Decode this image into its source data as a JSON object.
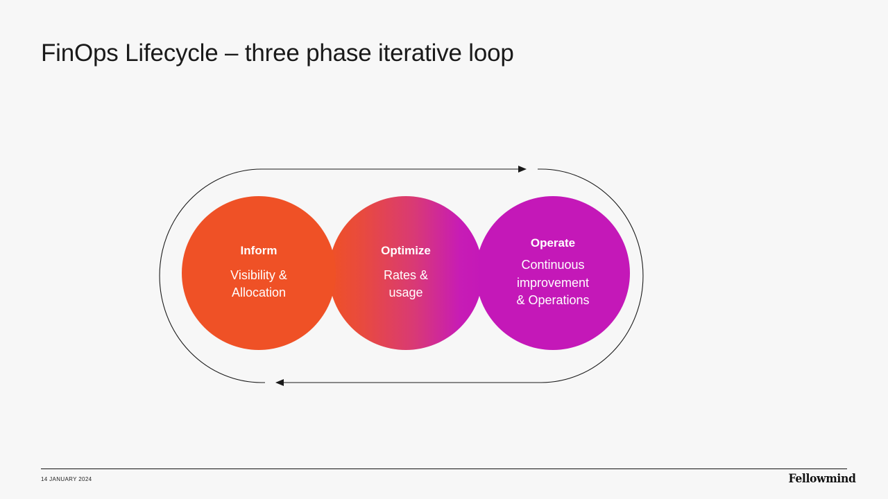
{
  "slide": {
    "title": "FinOps Lifecycle – three phase iterative loop",
    "background_color": "#f7f7f7"
  },
  "diagram": {
    "type": "cycle",
    "loop": {
      "shape": "stadium-outline",
      "stroke_color": "#1a1a1a",
      "top_arrow_direction": "right",
      "bottom_arrow_direction": "left"
    },
    "phases": [
      {
        "id": "inform",
        "heading": "Inform",
        "description": "Visibility &\nAllocation",
        "color": "#ef5126"
      },
      {
        "id": "optimize",
        "heading": "Optimize",
        "description": "Rates &\nusage",
        "color_from": "#ef5126",
        "color_to": "#c418b8"
      },
      {
        "id": "operate",
        "heading": "Operate",
        "description": "Continuous\nimprovement\n& Operations",
        "color": "#c418b8"
      }
    ]
  },
  "footer": {
    "date": "14 JANUARY 2024",
    "brand": "Fellowmind"
  }
}
